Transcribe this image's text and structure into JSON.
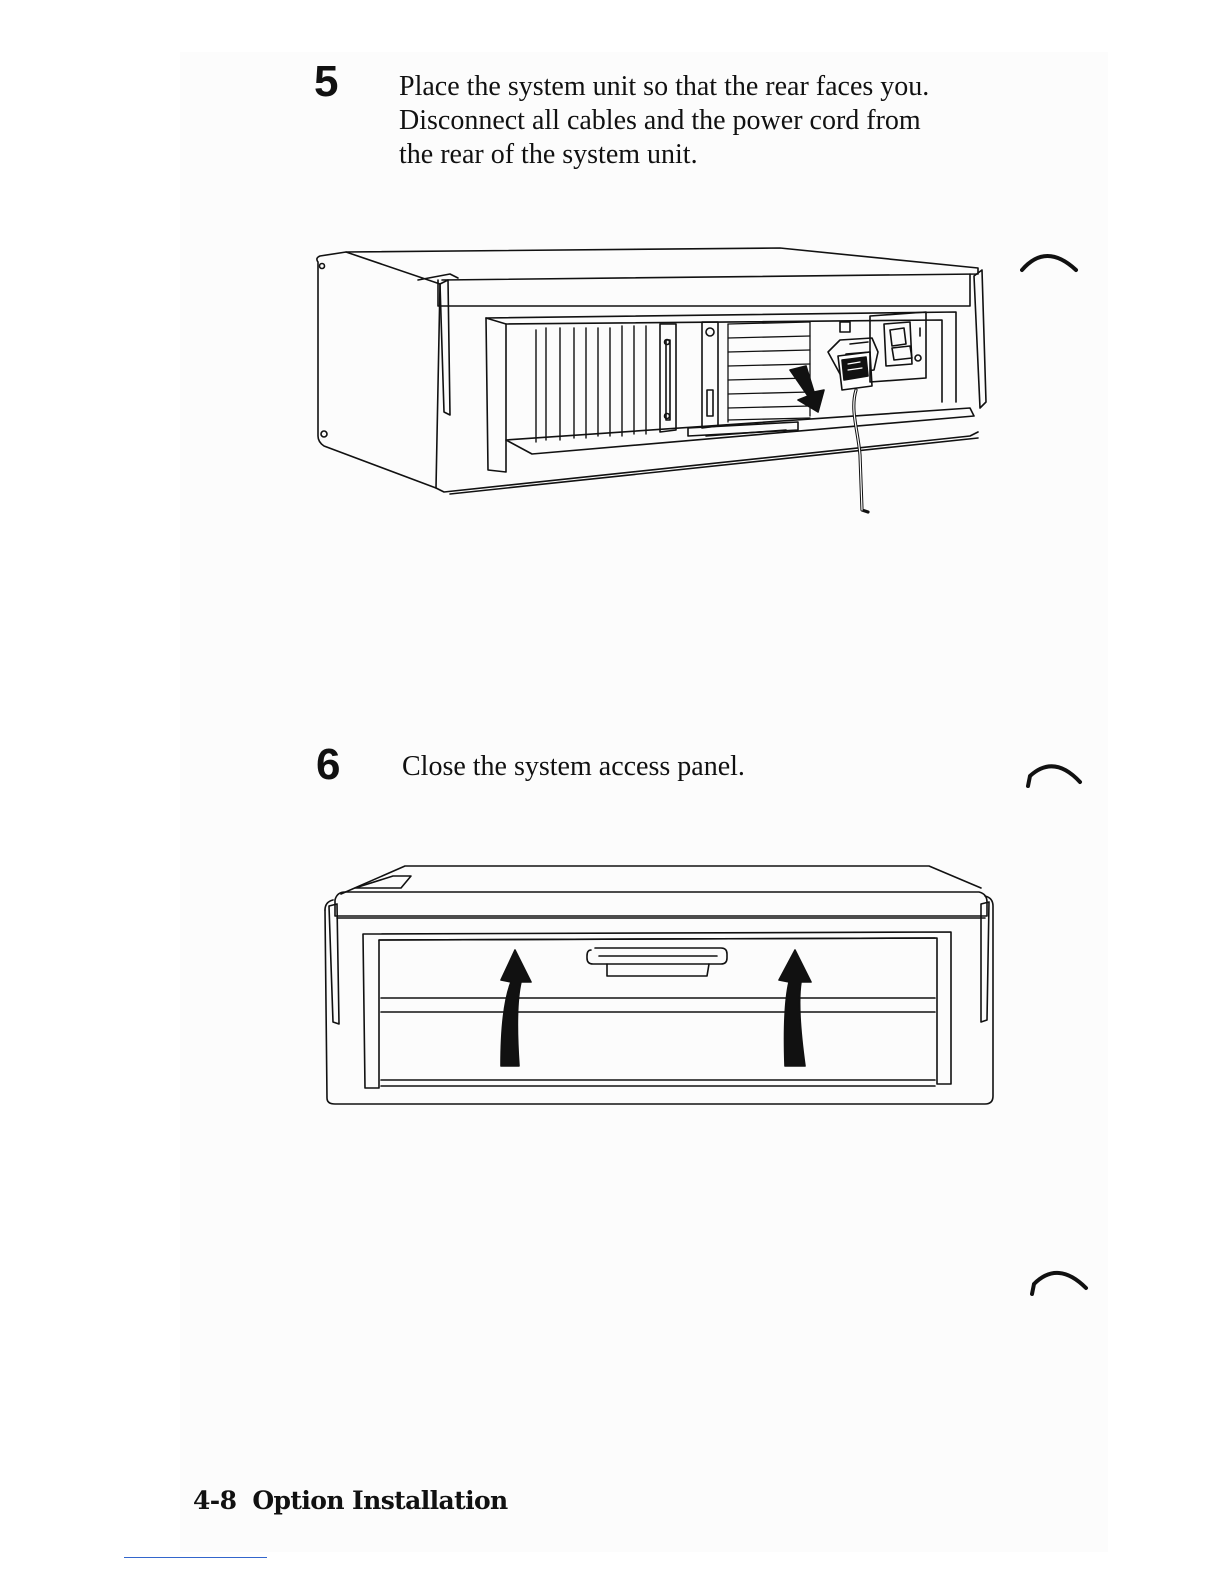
{
  "steps": [
    {
      "number": "5",
      "text_lines": [
        "Place the system unit so that the rear faces you.",
        "Disconnect all cables and the power cord from",
        "the rear of the system unit."
      ]
    },
    {
      "number": "6",
      "text_lines": [
        "Close the system access panel."
      ]
    }
  ],
  "footer": {
    "page_number": "4-8",
    "section_title": "Option Installation"
  },
  "colors": {
    "ink": "#111111",
    "paper": "#fcfcfc"
  }
}
